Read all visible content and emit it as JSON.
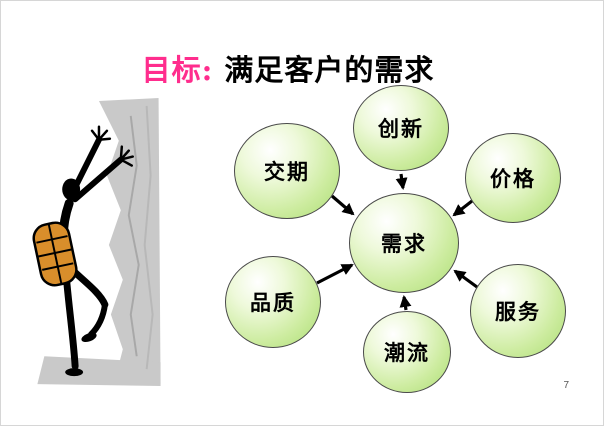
{
  "title": {
    "highlight": "目标:",
    "rest": " 满足客户的需求"
  },
  "page_number": "7",
  "clipart": {
    "name": "climber-on-cliff"
  },
  "colors": {
    "title_highlight": "#ff2d8d",
    "title_rest": "#000000",
    "circle_fill": "#cdeca0",
    "circle_border": "#4a4a4a",
    "arrow": "#000000",
    "cliff_gray": "#c9c9c9",
    "backpack_orange": "#d98e2b"
  },
  "diagram": {
    "center": {
      "label": "需求"
    },
    "satellites": [
      {
        "label": "创新",
        "position": "top"
      },
      {
        "label": "交期",
        "position": "upper-left"
      },
      {
        "label": "价格",
        "position": "upper-right"
      },
      {
        "label": "品质",
        "position": "lower-left"
      },
      {
        "label": "服务",
        "position": "lower-right"
      },
      {
        "label": "潮流",
        "position": "bottom"
      }
    ]
  }
}
